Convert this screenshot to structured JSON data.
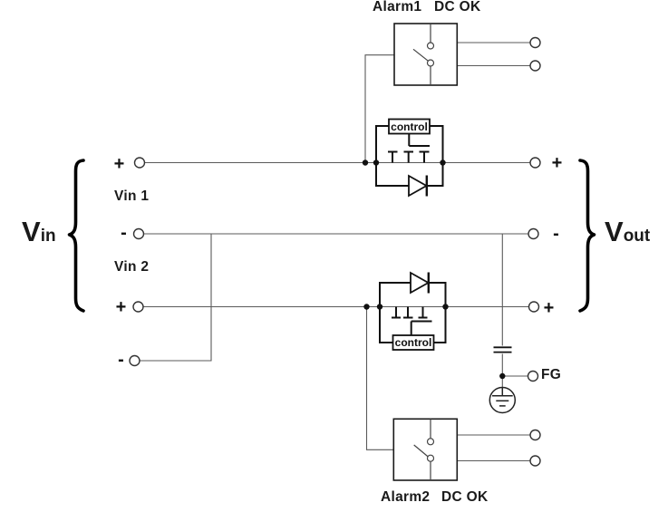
{
  "input": {
    "group_label": {
      "main": "V",
      "sub": "in"
    },
    "channel1": {
      "name": "Vin 1",
      "plus": "+",
      "minus": "-"
    },
    "channel2": {
      "name": "Vin 2",
      "plus": "+",
      "minus": "-"
    }
  },
  "output": {
    "group_label": {
      "main": "V",
      "sub": "out"
    },
    "plus_top": "+",
    "minus": "-",
    "plus_bottom": "+",
    "fg_label": "FG"
  },
  "relays": {
    "alarm1": {
      "label": "Alarm1",
      "status": "DC OK"
    },
    "alarm2": {
      "label": "Alarm2",
      "status": "DC OK"
    }
  },
  "controls": {
    "top": "control",
    "bottom": "control"
  },
  "symbols": {
    "relay_switch": "relay-switch-icon",
    "mosfet": "mosfet-icon",
    "diode": "diode-icon",
    "capacitor": "capacitor-icon",
    "earth": "earth-ground-icon",
    "brace": "curly-brace"
  },
  "colors": {
    "wire": "#5a5a5a",
    "component": "#111111",
    "background": "#ffffff"
  }
}
